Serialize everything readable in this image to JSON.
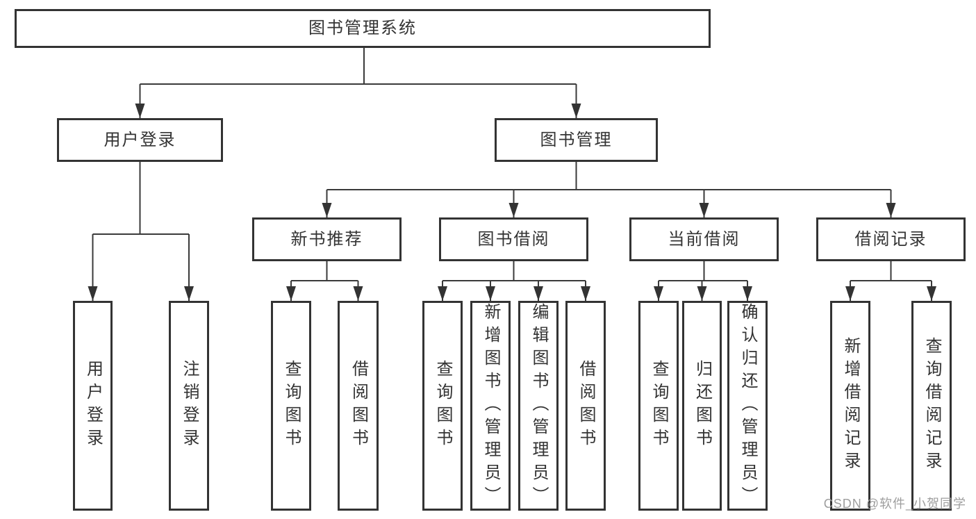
{
  "tree": {
    "label": "图书管理系统",
    "children": [
      {
        "label": "用户登录",
        "children": [
          {
            "label": "用户登录"
          },
          {
            "label": "注销登录"
          }
        ]
      },
      {
        "label": "图书管理",
        "children": [
          {
            "label": "新书推荐",
            "children": [
              {
                "label": "查询图书"
              },
              {
                "label": "借阅图书"
              }
            ]
          },
          {
            "label": "图书借阅",
            "children": [
              {
                "label": "查询图书"
              },
              {
                "label": "新增图书（管理员）"
              },
              {
                "label": "编辑图书（管理员）"
              },
              {
                "label": "借阅图书"
              }
            ]
          },
          {
            "label": "当前借阅",
            "children": [
              {
                "label": "查询图书"
              },
              {
                "label": "归还图书"
              },
              {
                "label": "确认归还（管理员）"
              }
            ]
          },
          {
            "label": "借阅记录",
            "children": [
              {
                "label": "新增借阅记录"
              },
              {
                "label": "查询借阅记录"
              }
            ]
          }
        ]
      }
    ]
  },
  "watermark": {
    "text": "CSDN @软件_小贺同学"
  },
  "colors": {
    "line": "#3a3a3a",
    "arrow": "#333333",
    "box_border": "#333333",
    "text": "#333333",
    "watermark": "#9e9e9e",
    "background": "#ffffff"
  }
}
